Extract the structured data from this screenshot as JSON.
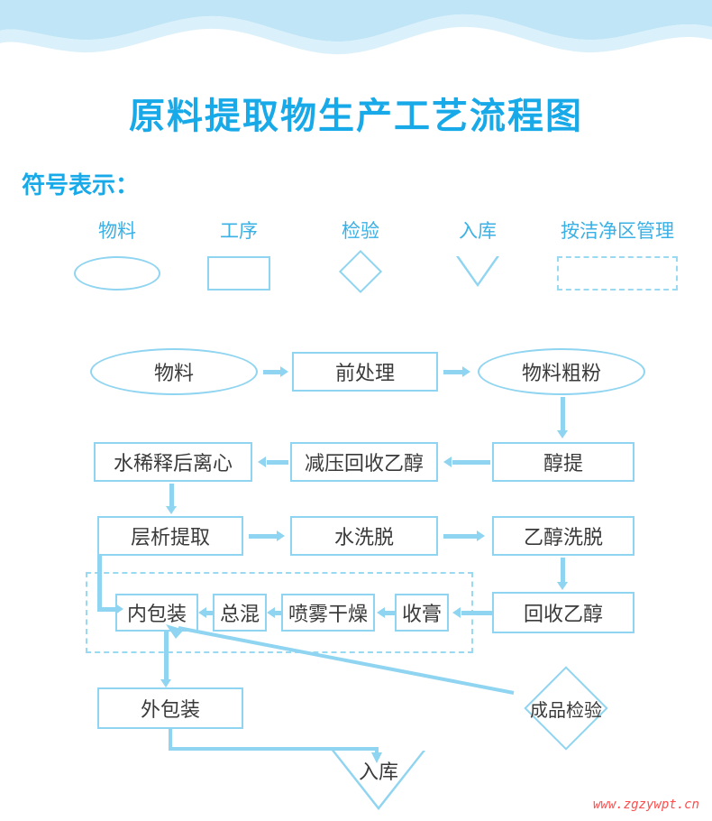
{
  "title": "原料提取物生产工艺流程图",
  "legend": {
    "label": "符号表示：",
    "items": [
      {
        "text": "物料",
        "shape": "ellipse"
      },
      {
        "text": "工序",
        "shape": "rect"
      },
      {
        "text": "检验",
        "shape": "diamond"
      },
      {
        "text": "入库",
        "shape": "triangle"
      },
      {
        "text": "按洁净区管理",
        "shape": "dashed-rect"
      }
    ]
  },
  "flow": {
    "nodes": [
      {
        "id": "wuliao",
        "text": "物料",
        "shape": "ellipse"
      },
      {
        "id": "qianchuli",
        "text": "前处理",
        "shape": "rect"
      },
      {
        "id": "cufen",
        "text": "物料粗粉",
        "shape": "ellipse"
      },
      {
        "id": "chunti",
        "text": "醇提",
        "shape": "rect"
      },
      {
        "id": "jianya",
        "text": "减压回收乙醇",
        "shape": "rect"
      },
      {
        "id": "lixin",
        "text": "水稀释后离心",
        "shape": "rect"
      },
      {
        "id": "cengxi",
        "text": "层析提取",
        "shape": "rect"
      },
      {
        "id": "shuixi",
        "text": "水洗脱",
        "shape": "rect"
      },
      {
        "id": "yichunxi",
        "text": "乙醇洗脱",
        "shape": "rect"
      },
      {
        "id": "huishou",
        "text": "回收乙醇",
        "shape": "rect"
      },
      {
        "id": "shougao",
        "text": "收膏",
        "shape": "rect"
      },
      {
        "id": "penwu",
        "text": "喷雾干燥",
        "shape": "rect"
      },
      {
        "id": "zonghun",
        "text": "总混",
        "shape": "rect"
      },
      {
        "id": "neibaozhuang",
        "text": "内包装",
        "shape": "rect"
      },
      {
        "id": "waibaozhuang",
        "text": "外包装",
        "shape": "rect"
      },
      {
        "id": "chengpinjianyan",
        "text": "成品检验",
        "shape": "diamond"
      },
      {
        "id": "ruku",
        "text": "入库",
        "shape": "triangle"
      }
    ]
  },
  "watermark": "www.zgzywpt.cn",
  "colors": {
    "accent": "#17a9e8",
    "line": "#8fd4f0",
    "wave": "#bfe5f7",
    "text": "#3a3a3a",
    "watermark": "#ff4d4d"
  }
}
